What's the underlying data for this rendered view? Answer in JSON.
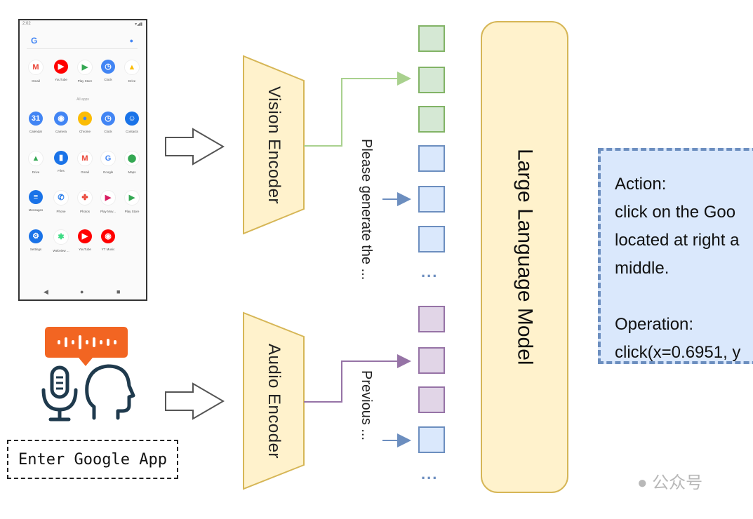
{
  "phone": {
    "status_time": "2:02",
    "search_logo": "G",
    "all_apps_label": "All apps",
    "apps": [
      {
        "label": "Gmail",
        "glyph": "M",
        "color": "#ea4335",
        "bg": "#ffffff"
      },
      {
        "label": "YouTube",
        "glyph": "▶",
        "color": "#ffffff",
        "bg": "#ff0000"
      },
      {
        "label": "Play Store",
        "glyph": "▶",
        "color": "#34a853",
        "bg": "#ffffff"
      },
      {
        "label": "Clock",
        "glyph": "◷",
        "color": "#ffffff",
        "bg": "#4285f4"
      },
      {
        "label": "Drive",
        "glyph": "▲",
        "color": "#fbbc05",
        "bg": "#ffffff"
      },
      {
        "label": "Calendar",
        "glyph": "31",
        "color": "#ffffff",
        "bg": "#4285f4"
      },
      {
        "label": "Camera",
        "glyph": "◉",
        "color": "#ffffff",
        "bg": "#4285f4"
      },
      {
        "label": "Chrome",
        "glyph": "●",
        "color": "#4285f4",
        "bg": "#fbbc05"
      },
      {
        "label": "Clock",
        "glyph": "◷",
        "color": "#ffffff",
        "bg": "#4285f4"
      },
      {
        "label": "Contacts",
        "glyph": "☺",
        "color": "#ffffff",
        "bg": "#1a73e8"
      },
      {
        "label": "Drive",
        "glyph": "▲",
        "color": "#34a853",
        "bg": "#ffffff"
      },
      {
        "label": "Files",
        "glyph": "▮",
        "color": "#ffffff",
        "bg": "#1a73e8"
      },
      {
        "label": "Gmail",
        "glyph": "M",
        "color": "#ea4335",
        "bg": "#ffffff"
      },
      {
        "label": "Google",
        "glyph": "G",
        "color": "#4285f4",
        "bg": "#ffffff"
      },
      {
        "label": "Maps",
        "glyph": "⬤",
        "color": "#34a853",
        "bg": "#ffffff"
      },
      {
        "label": "Messages",
        "glyph": "≡",
        "color": "#ffffff",
        "bg": "#1a73e8"
      },
      {
        "label": "Phone",
        "glyph": "✆",
        "color": "#1a73e8",
        "bg": "#ffffff"
      },
      {
        "label": "Photos",
        "glyph": "✤",
        "color": "#ea4335",
        "bg": "#ffffff"
      },
      {
        "label": "Play Mov...",
        "glyph": "▶",
        "color": "#d81b60",
        "bg": "#ffffff"
      },
      {
        "label": "Play Store",
        "glyph": "▶",
        "color": "#34a853",
        "bg": "#ffffff"
      },
      {
        "label": "Settings",
        "glyph": "⚙",
        "color": "#ffffff",
        "bg": "#1a73e8"
      },
      {
        "label": "Webview ...",
        "glyph": "✱",
        "color": "#3ddc84",
        "bg": "#ffffff"
      },
      {
        "label": "YouTube",
        "glyph": "▶",
        "color": "#ffffff",
        "bg": "#ff0000"
      },
      {
        "label": "YT Music",
        "glyph": "◉",
        "color": "#ffffff",
        "bg": "#ff0000"
      }
    ],
    "nav": [
      "◀",
      "●",
      "■"
    ]
  },
  "vision_encoder": "Vision Encoder",
  "audio_encoder": "Audio Encoder",
  "prompt_text": "Please generate the ...",
  "previous_text": "Previous ...",
  "ellipsis": "...",
  "llm_label": "Large Language Model",
  "output": {
    "action_title": "Action:",
    "action_lines": [
      "click on the Goo",
      "located at right a",
      "middle."
    ],
    "operation_title": "Operation:",
    "operation_line": "click(x=0.6951, y"
  },
  "speech_label": "Enter Google App",
  "watermark": "公众号",
  "colors": {
    "encoder_fill": "#fff2cc",
    "encoder_stroke": "#d6b656",
    "vision_line": "#a9d18e",
    "audio_line": "#9673a6",
    "blue_arrow": "#6c8ebf",
    "speech_bubble": "#f26522",
    "icon_dark": "#1f3a4d"
  }
}
